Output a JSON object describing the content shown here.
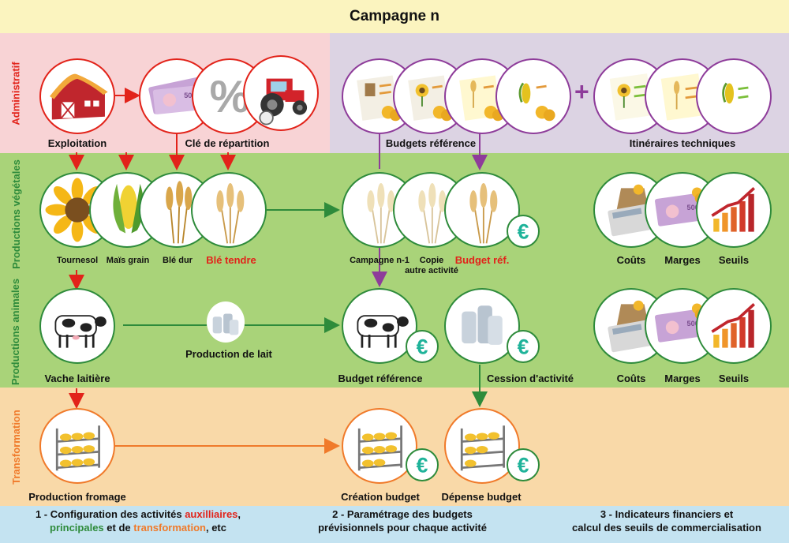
{
  "title": "Campagne n",
  "bands": {
    "admin": "Administratif",
    "vegetal": "Productions végétales",
    "animal": "Productions animales",
    "transfo": "Transformation"
  },
  "labels": {
    "exploitation": "Exploitation",
    "cle": "Clé de répartition",
    "budgets_ref": "Budgets référence",
    "itineraires": "Itinéraires techniques",
    "tournesol": "Tournesol",
    "mais": "Maïs grain",
    "ble_dur": "Blé dur",
    "ble_tendre": "Blé tendre",
    "campagne": "Campagne n-1",
    "copie_1": "Copie",
    "copie_2": "autre activité",
    "budget_ref_short": "Budget réf.",
    "couts": "Coûts",
    "marges": "Marges",
    "seuils": "Seuils",
    "vache": "Vache laitière",
    "lait": "Production de lait",
    "budget_reference": "Budget référence",
    "cession": "Cession d'activité",
    "fromage": "Production fromage",
    "creation": "Création budget",
    "depense": "Dépense budget",
    "plus": "+"
  },
  "footer": {
    "col1": {
      "prefix": "1 - Configuration des activités ",
      "aux": "auxilliaires",
      "comma": ",",
      "principales": "principales",
      "mid": " et de ",
      "transfo": "transformation",
      "end": ", etc"
    },
    "col2": {
      "line1": "2 - Paramétrage des budgets",
      "line2": "prévisionnels pour chaque activité"
    },
    "col3": {
      "line1": "3 - Indicateurs financiers et",
      "line2": "calcul des seuils de commercialisation"
    }
  },
  "colors": {
    "title_bg": "#fbf4bf",
    "admin_bg": "#f8d3d5",
    "admin_right_bg": "#dcd3e3",
    "green_bg": "#a9d379",
    "transfo_bg": "#f9d9a8",
    "footer_bg": "#c4e3f1",
    "red": "#e2231a",
    "purple": "#8e3c9a",
    "green_dark": "#2e8b3b",
    "orange": "#f07a2a"
  },
  "icons": {
    "exploitation": "barn-icon",
    "cle": [
      "banknote-icon",
      "percent-icon",
      "tractor-icon"
    ],
    "budgets": [
      "budget-sheet-icon"
    ],
    "itineraires": [
      "sunflower-sheet-icon",
      "wheat-sheet-icon",
      "corn-sheet-icon"
    ],
    "crops": [
      "sunflower-icon",
      "corn-icon",
      "wheat-icon",
      "wheat-icon"
    ],
    "euro": "euro-icon",
    "indicators": [
      "calculator-icon",
      "banknote-icon",
      "growth-chart-icon"
    ],
    "cow": "cow-icon",
    "milk": "milk-cans-icon",
    "cheese": "cheese-rack-icon"
  }
}
